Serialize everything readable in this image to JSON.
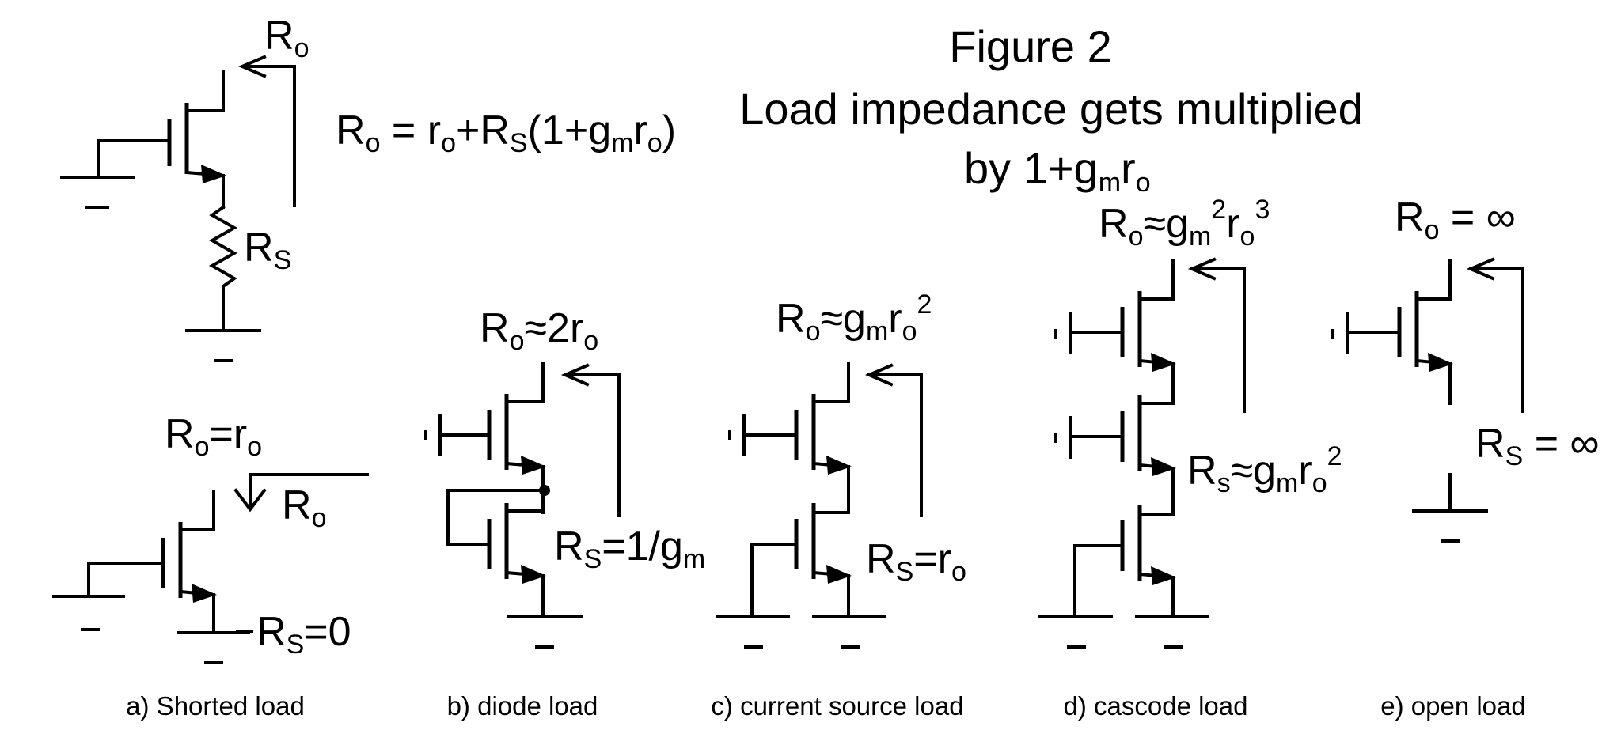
{
  "title": {
    "line1": "Figure 2",
    "line2": "Load impedance gets multiplied",
    "line3_prefix": "by 1+g",
    "line3_sub1": "m",
    "line3_mid": "r",
    "line3_sub2": "o"
  },
  "top_formula": {
    "R": "R",
    "o": "o",
    "eq": " = r",
    "o2": "o",
    "plus": "+R",
    "S": "S",
    "paren": "(1+g",
    "m": "m",
    "r": "r",
    "o3": "o",
    "close": ")"
  },
  "labels": {
    "R": "R",
    "o": "o",
    "S": "S",
    "s": "s",
    "r": "r",
    "g": "g",
    "m": "m",
    "eq_zero": "=0",
    "eq_one_over_g": "=1/g",
    "eq_r": "=r",
    "eq_inf": " = ∞",
    "approx": "≈",
    "approx_2r": "≈2r",
    "eq_r_short": "=r",
    "two": "2",
    "three": "3"
  },
  "captions": {
    "a": "a) Shorted load",
    "b": "b) diode load",
    "c": "c) current source load",
    "d": "d) cascode load",
    "e": "e) open load"
  }
}
